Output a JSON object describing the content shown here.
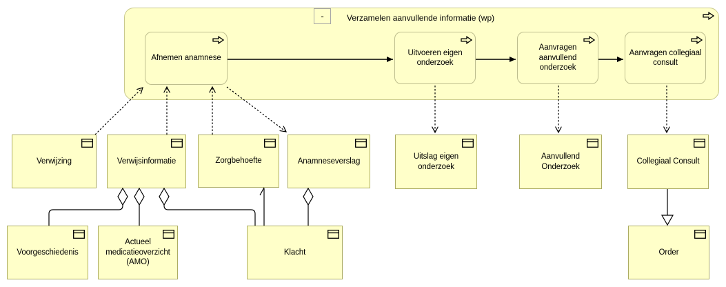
{
  "container": {
    "collapse_label": "-",
    "title": "Verzamelen aanvullende informatie (wp)"
  },
  "processes": {
    "afnemen": "Afnemen anamnese",
    "uitvoeren": "Uitvoeren eigen onderzoek",
    "aanvullend": "Aanvragen aanvullend onderzoek",
    "collegiaal": "Aanvragen collegiaal consult"
  },
  "objects": {
    "verwijzing": "Verwijzing",
    "verwijsinformatie": "Verwijsinformatie",
    "zorgbehoefte": "Zorgbehoefte",
    "anamneseverslag": "Anamneseverslag",
    "uitslag": "Uitslag eigen onderzoek",
    "aanvullend_onderzoek": "Aanvullend Onderzoek",
    "collegiaal_consult": "Collegiaal Consult",
    "voorgeschiedenis": "Voorgeschiedenis",
    "amo": "Actueel medicatieoverzicht (AMO)",
    "klacht": "Klacht",
    "order": "Order"
  },
  "icons": {
    "process": "process-arrow-icon",
    "business_object": "business-object-icon"
  },
  "relationships": [
    {
      "from": "Afnemen anamnese",
      "to": "Uitvoeren eigen onderzoek",
      "type": "triggering-solid-arrow"
    },
    {
      "from": "Uitvoeren eigen onderzoek",
      "to": "Aanvragen aanvullend onderzoek",
      "type": "triggering-solid-arrow"
    },
    {
      "from": "Aanvragen aanvullend onderzoek",
      "to": "Aanvragen collegiaal consult",
      "type": "triggering-solid-arrow"
    },
    {
      "from": "Verwijzing",
      "to": "Afnemen anamnese",
      "type": "access-dashed-arrow"
    },
    {
      "from": "Verwijsinformatie",
      "to": "Afnemen anamnese",
      "type": "access-dashed-arrow"
    },
    {
      "from": "Zorgbehoefte",
      "to": "Afnemen anamnese",
      "type": "access-dashed-arrow"
    },
    {
      "from": "Afnemen anamnese",
      "to": "Anamneseverslag",
      "type": "access-dashed-arrow"
    },
    {
      "from": "Uitvoeren eigen onderzoek",
      "to": "Uitslag eigen onderzoek",
      "type": "access-dashed-arrow"
    },
    {
      "from": "Aanvragen aanvullend onderzoek",
      "to": "Aanvullend Onderzoek",
      "type": "access-dashed-arrow"
    },
    {
      "from": "Aanvragen collegiaal consult",
      "to": "Collegiaal Consult",
      "type": "access-dashed-arrow"
    },
    {
      "from": "Verwijsinformatie",
      "to": "Voorgeschiedenis",
      "type": "aggregation-diamond"
    },
    {
      "from": "Verwijsinformatie",
      "to": "Actueel medicatieoverzicht (AMO)",
      "type": "aggregation-diamond"
    },
    {
      "from": "Verwijsinformatie",
      "to": "Klacht",
      "type": "aggregation-diamond"
    },
    {
      "from": "Anamneseverslag",
      "to": "Klacht",
      "type": "aggregation-diamond"
    },
    {
      "from": "Klacht",
      "to": "Zorgbehoefte",
      "type": "association-open-arrow"
    },
    {
      "from": "Collegiaal Consult",
      "to": "Order",
      "type": "specialization-hollow-triangle"
    }
  ],
  "colors": {
    "box_fill": "#FFFFC9",
    "container_border": "#C9C98C",
    "process_border": "#BEBE8E",
    "object_border": "#ACAC62",
    "collapse_border": "#A6A6A6",
    "line": "#000000",
    "background": "#FFFFFF"
  }
}
